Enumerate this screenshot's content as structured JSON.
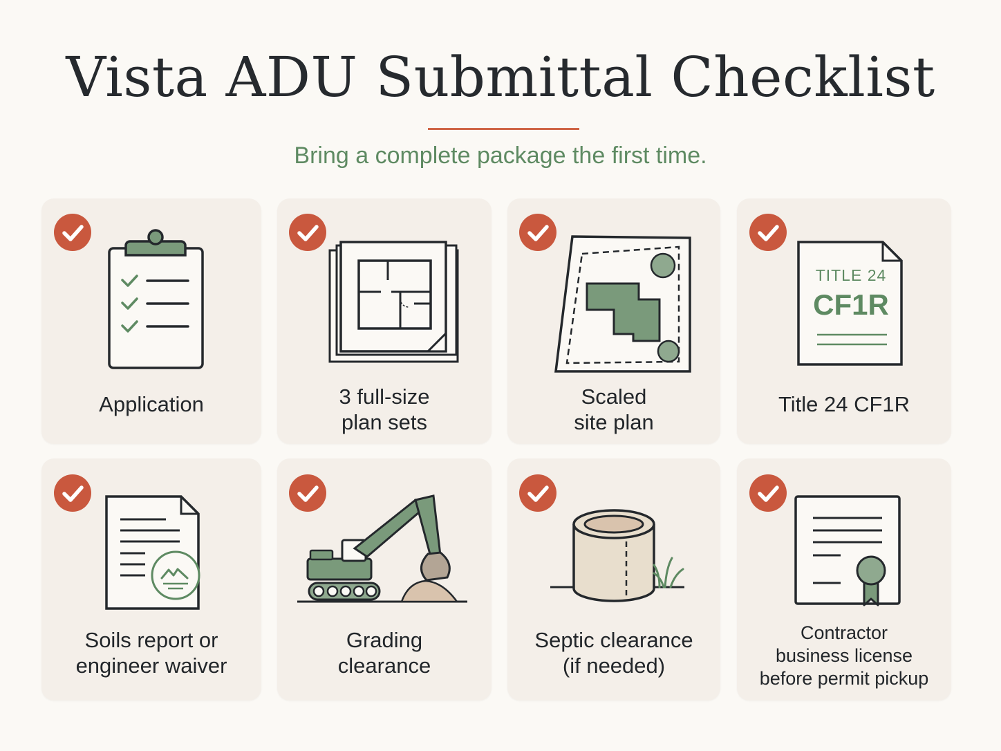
{
  "header": {
    "title": "Vista ADU Submittal Checklist",
    "subtitle": "Bring a complete package the first time."
  },
  "colors": {
    "background": "#fbf9f5",
    "card": "#f4efe9",
    "accent": "#c9583e",
    "green": "#7a9a7b",
    "ink": "#24282c"
  },
  "items": [
    {
      "label": "Application",
      "icon": "clipboard-checklist-icon",
      "checked": true
    },
    {
      "label": "3 full-size\nplan sets",
      "icon": "floor-plan-sets-icon",
      "checked": true
    },
    {
      "label": "Scaled\nsite plan",
      "icon": "site-plan-icon",
      "checked": true
    },
    {
      "label": "Title 24 CF1R",
      "icon": "title24-document-icon",
      "checked": true,
      "doc_line1": "TITLE 24",
      "doc_line2": "CF1R"
    },
    {
      "label": "Soils report or\nengineer waiver",
      "icon": "soils-report-icon",
      "checked": true
    },
    {
      "label": "Grading\nclearance",
      "icon": "excavator-icon",
      "checked": true
    },
    {
      "label": "Septic clearance\n(if needed)",
      "icon": "septic-tank-icon",
      "checked": true
    },
    {
      "label": "Contractor\nbusiness license\nbefore permit pickup",
      "icon": "certificate-ribbon-icon",
      "checked": true
    }
  ]
}
